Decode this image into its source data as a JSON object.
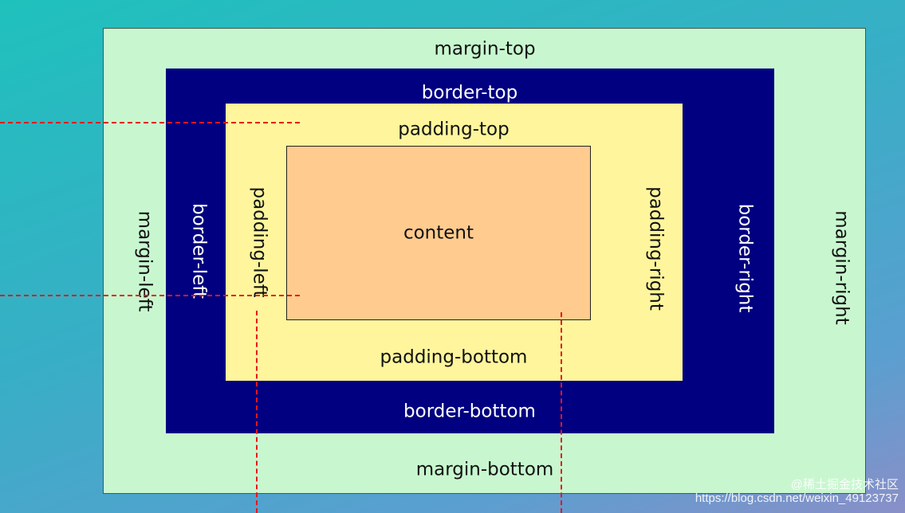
{
  "diagram": {
    "margin_top": "margin-top",
    "margin_bottom": "margin-bottom",
    "margin_left": "margin-left",
    "margin_right": "margin-right",
    "border_top": "border-top",
    "border_bottom": "border-bottom",
    "border_left": "border-left",
    "border_right": "border-right",
    "padding_top": "padding-top",
    "padding_bottom": "padding-bottom",
    "padding_left": "padding-left",
    "padding_right": "padding-right",
    "content": "content"
  },
  "colors": {
    "margin": "#c8f7cf",
    "border": "#000080",
    "padding": "#fef59c",
    "content": "#ffcb8f",
    "guide_lines": "#e8161b"
  },
  "watermark": {
    "line1": "@稀土掘金技术社区",
    "line2": "https://blog.csdn.net/weixin_49123737"
  }
}
